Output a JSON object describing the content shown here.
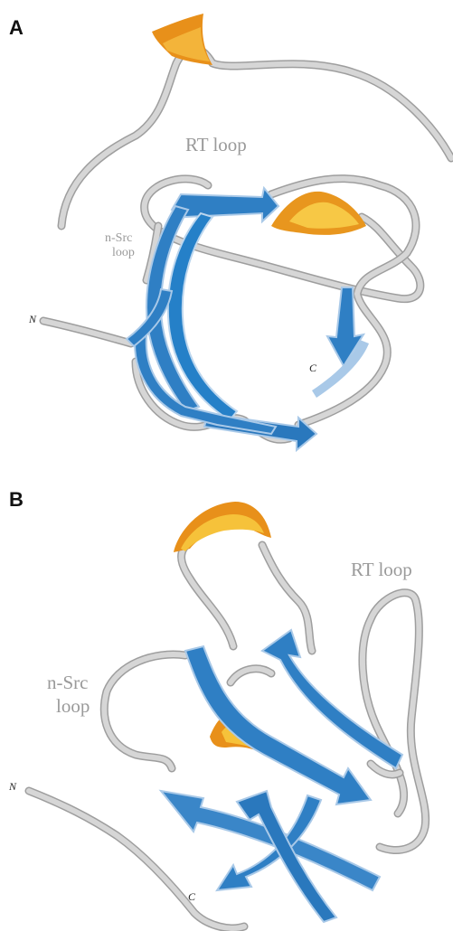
{
  "panels": [
    {
      "letter": "A",
      "labels": {
        "rt_loop": "RT loop",
        "nsrc_line1": "n-Src",
        "nsrc_line2": "loop",
        "n_term": "N",
        "c_term": "C"
      }
    },
    {
      "letter": "B",
      "labels": {
        "rt_loop": "RT loop",
        "nsrc_line1": "n-Src",
        "nsrc_line2": "loop",
        "n_term": "N",
        "c_term": "C"
      }
    }
  ],
  "colors": {
    "beta_strand": "#2f7fc4",
    "beta_strand_edge": "#a9c9e8",
    "helix": "#e89a1c",
    "helix_light": "#f6c23a",
    "coil": "#cfcfcf",
    "coil_edge": "#9e9e9e"
  }
}
